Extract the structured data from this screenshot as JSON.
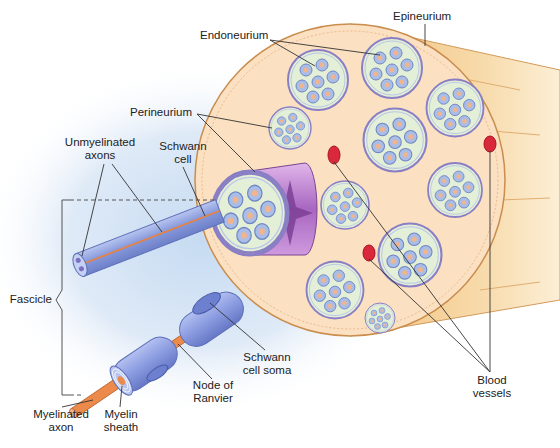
{
  "diagram": {
    "labels": [
      "Epineurium",
      "Endoneurium",
      "Perineurium",
      "Unmyelinated axons",
      "Schwann cell",
      "Fascicle",
      "Blood vessels",
      "Schwann cell soma",
      "Node of Ranvier",
      "Myelinated axon",
      "Myelin sheath"
    ]
  }
}
